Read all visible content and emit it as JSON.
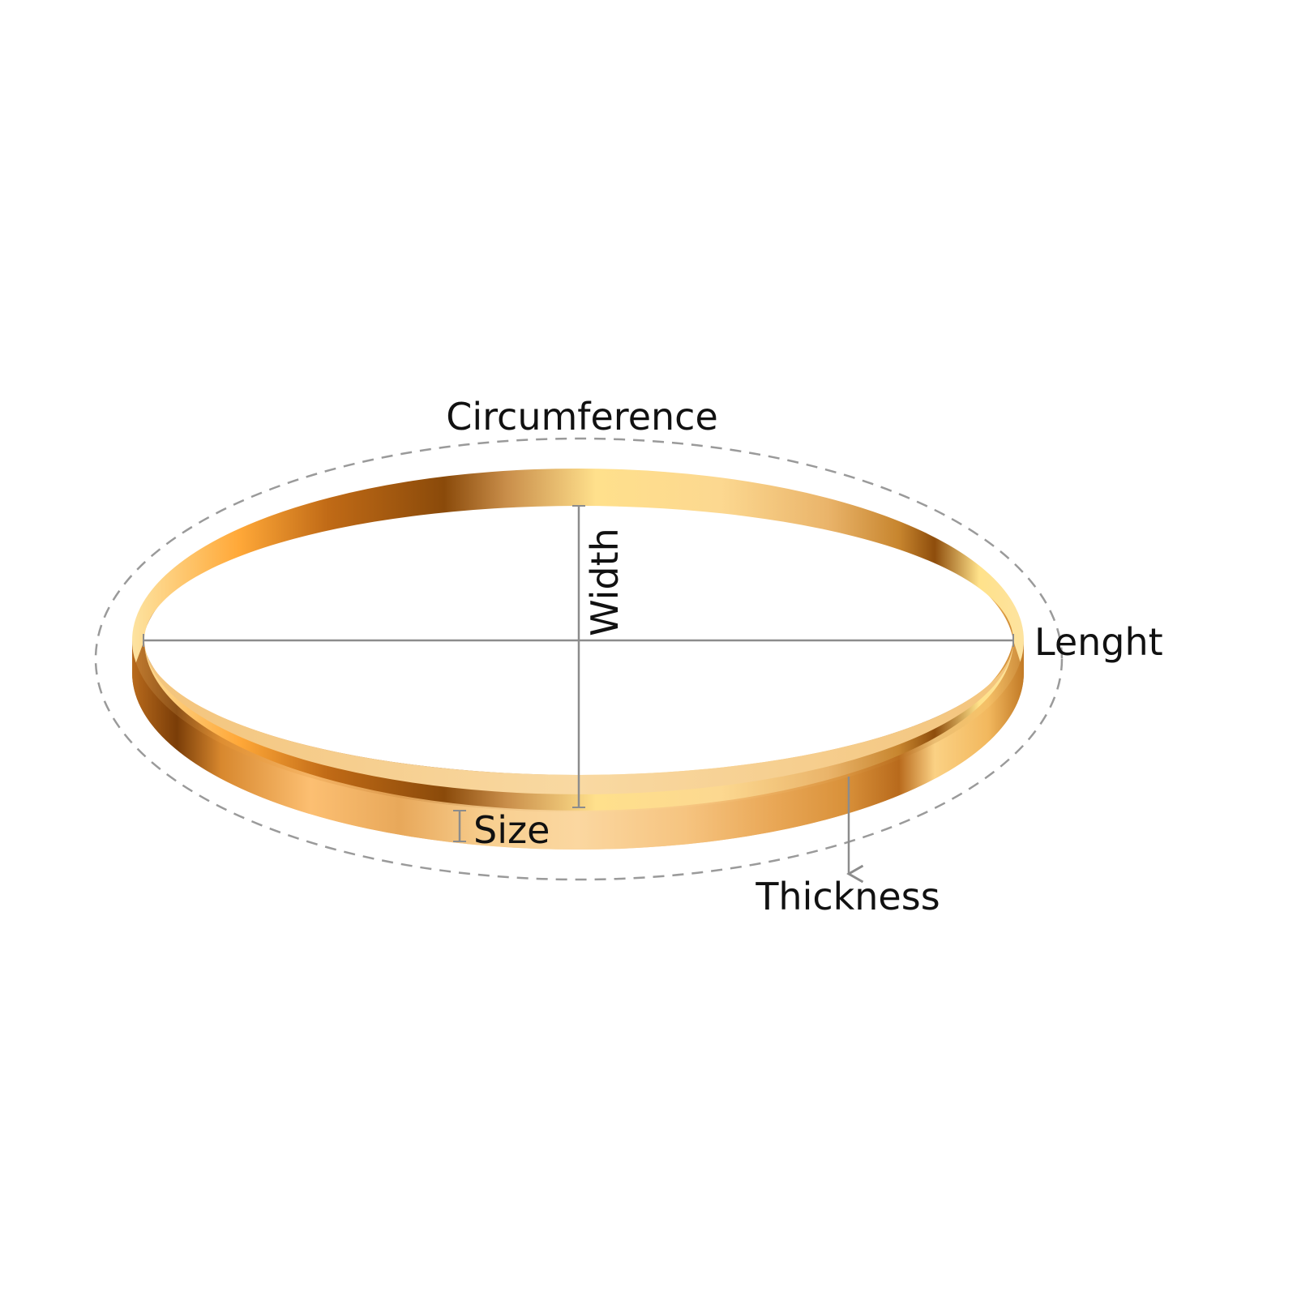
{
  "labels": {
    "circumference": "Circumference",
    "width": "Width",
    "length": "Lenght",
    "size": "Size",
    "thickness": "Thickness"
  },
  "colors": {
    "background": "#ffffff",
    "gold_dark": "#8a4a0a",
    "gold_mid": "#e8a040",
    "gold_light": "#fde3a0",
    "guide_line": "#8c8c8c",
    "dashed_outline": "#9a9a9a",
    "text": "#111111"
  }
}
